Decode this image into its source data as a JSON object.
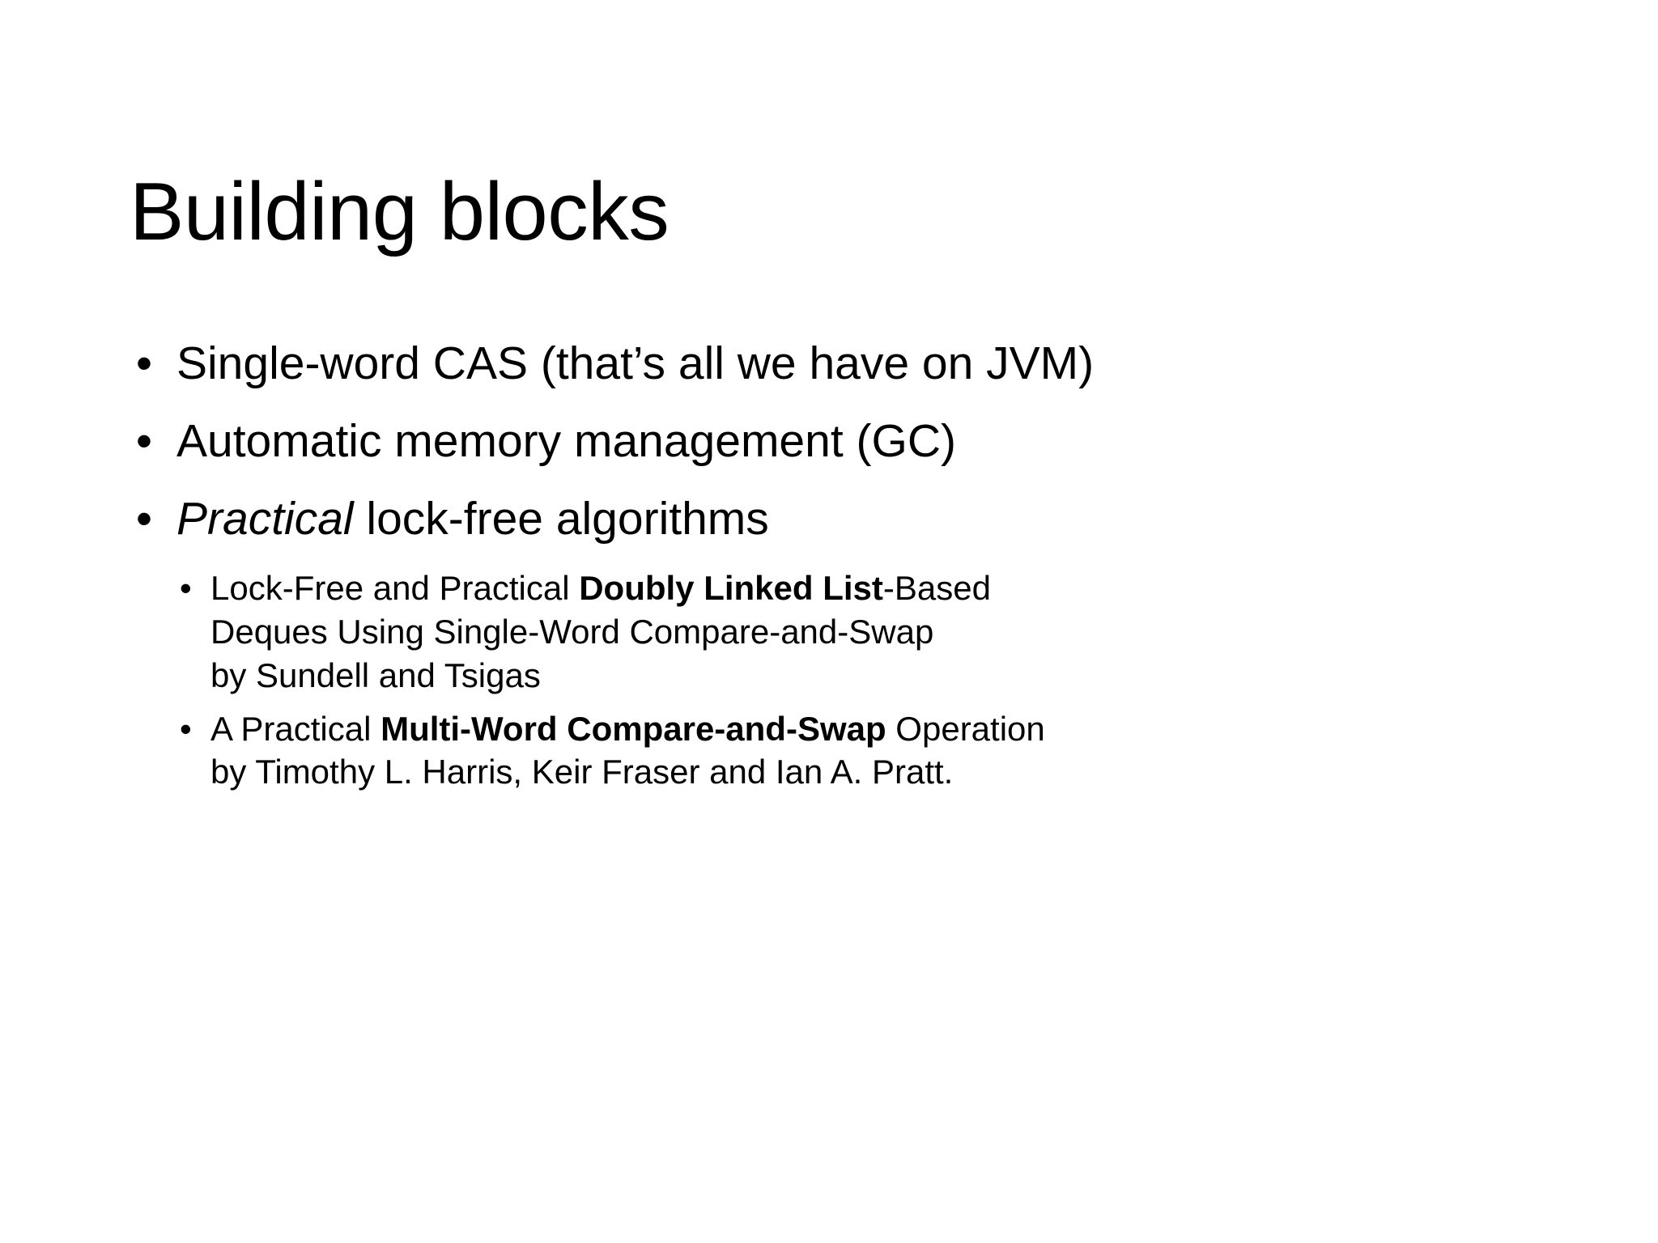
{
  "slide": {
    "title": "Building blocks",
    "background_color": "#ffffff",
    "text_color": "#000000",
    "bullet_glyph": "•",
    "bullets": [
      {
        "level": 1,
        "text": "Single-word CAS (that’s all we have on JVM)"
      },
      {
        "level": 1,
        "text": "Automatic memory management (GC)"
      },
      {
        "level": 1,
        "italic_lead": "Practical",
        "text_rest": " lock-free algorithms",
        "children": [
          {
            "level": 2,
            "line1_pre": "Lock-Free and Practical ",
            "line1_bold": "Doubly Linked List",
            "line1_post": "-Based",
            "line2": "Deques Using Single-Word Compare-and-Swap",
            "line3": "by Sundell and Tsigas"
          },
          {
            "level": 2,
            "line1_pre": "A Practical ",
            "line1_bold": "Multi-Word Compare-and-Swap",
            "line1_post": " Operation",
            "line2": "by Timothy L. Harris, Keir Fraser and Ian A. Pratt."
          }
        ]
      }
    ]
  }
}
